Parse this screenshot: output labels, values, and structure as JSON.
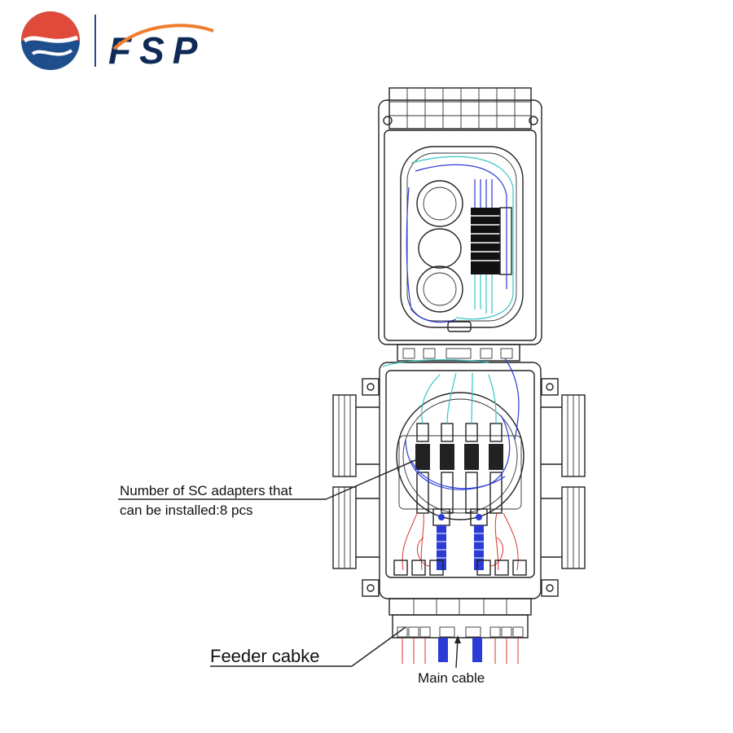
{
  "logo": {
    "wordmark": "FSP",
    "colors": {
      "red": "#e04a3b",
      "blue": "#1f4e8c",
      "orange": "#ef7d2d",
      "navy": "#0f2a55"
    }
  },
  "annotations": {
    "adapters_line1": "Number of SC adapters that",
    "adapters_line2": "can be installed:8 pcs",
    "feeder": "Feeder cabke",
    "main": "Main cable"
  },
  "colors": {
    "outline": "#222222",
    "fiber_blue": "#2a3bd6",
    "fiber_cyan": "#35c6c2",
    "drop_red": "#d8332e",
    "splice_black": "#111111"
  }
}
